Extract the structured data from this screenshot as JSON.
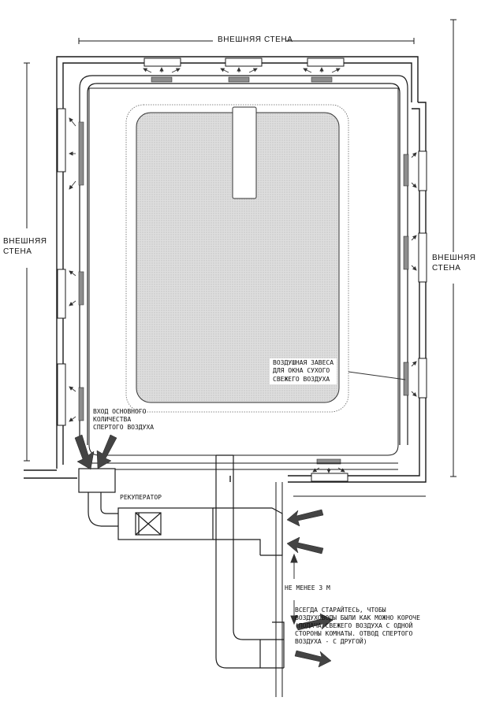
{
  "labels": {
    "wall_top": "ВНЕШНЯЯ СТЕНА",
    "wall_left": [
      "ВНЕШНЯЯ",
      "СТЕНА"
    ],
    "wall_right": [
      "ВНЕШНЯЯ",
      "СТЕНА"
    ],
    "stale_air_intake": [
      "ВХОД ОСНОВНОГО",
      "КОЛИЧЕСТВА",
      "СПЕРТОГО ВОЗДУХА"
    ],
    "recuperator": "РЕКУПЕРАТОР",
    "air_curtain": [
      "ВОЗДУШНАЯ ЗАВЕСА",
      "ДЛЯ ОКНА СУХОГО",
      "СВЕЖЕГО ВОЗДУХА"
    ],
    "min_distance": "НЕ МЕНЕЕ 3 М",
    "advice": [
      "ВСЕГДА СТАРАЙТЕСЬ, ЧТОБЫ",
      "ВОЗДУХОВОДЫ БЫЛИ КАК МОЖНО КОРОЧЕ",
      "(ПОДАЧА СВЕЖЕГО ВОЗДУХА С ОДНОЙ",
      "СТОРОНЫ КОМНАТЫ. ОТВОД СПЕРТОГО",
      "ВОЗДУХА - С ДРУГОЙ)"
    ]
  },
  "colors": {
    "line": "#1a1a1a",
    "vent": "#8a8a8a",
    "table_fill": "#d6d6d6",
    "arrow": "#333333"
  }
}
